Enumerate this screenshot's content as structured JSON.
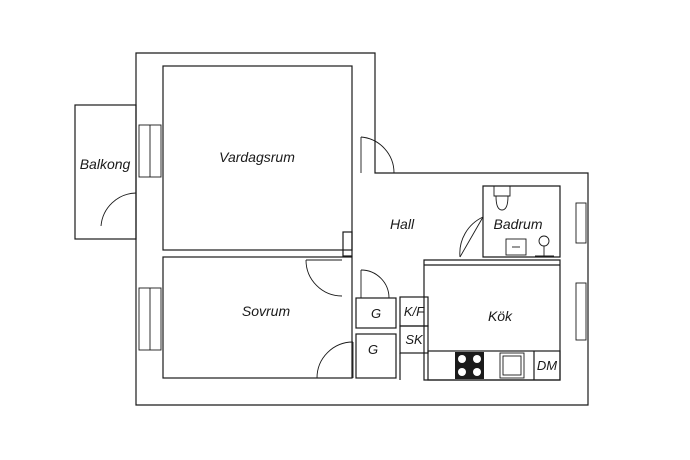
{
  "rooms": {
    "balkong": "Balkong",
    "vardagsrum": "Vardagsrum",
    "hall": "Hall",
    "badrum": "Badrum",
    "sovrum": "Sovrum",
    "kok": "Kök",
    "garderob_1": "G",
    "garderob_2": "G",
    "kyl_frys": "K/F",
    "stadskap": "SK",
    "diskmaskin": "DM"
  },
  "colors": {
    "line": "#1a1a1a",
    "background": "#ffffff"
  }
}
